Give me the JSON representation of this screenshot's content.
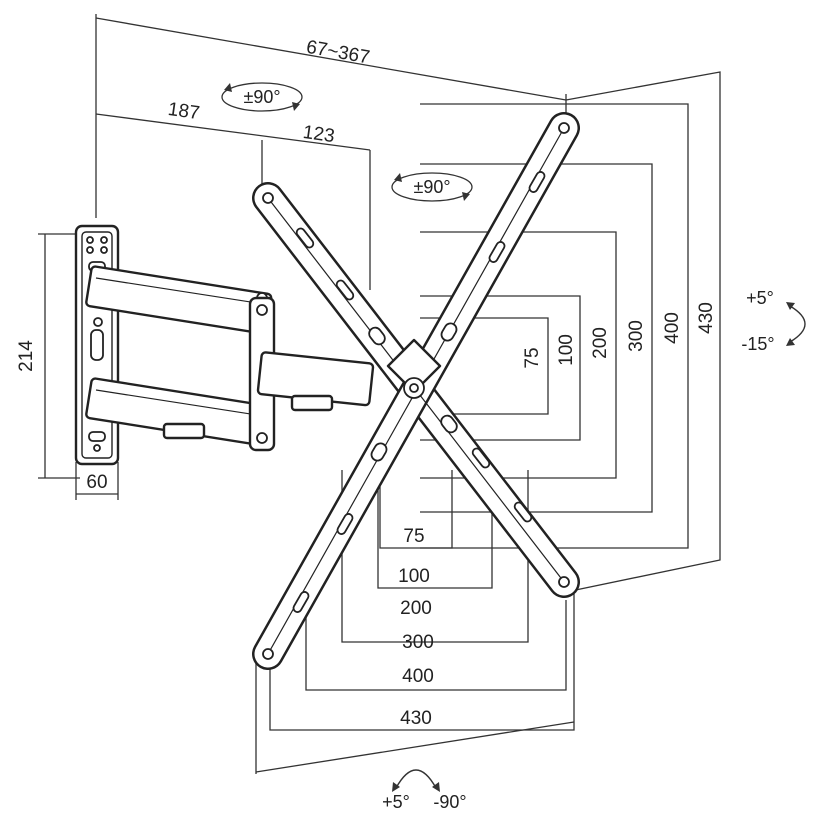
{
  "dimensions": {
    "arm_extension": "67~367",
    "wall_to_pivot": "187",
    "pivot_to_plate": "123",
    "wall_plate_height": "214",
    "wall_plate_width": "60"
  },
  "rotations": {
    "arm_swivel": "±90°",
    "plate_rotation": "±90°",
    "tilt_up": "+5°",
    "tilt_down": "-15°",
    "swivel_left": "+5°",
    "swivel_right": "-90°"
  },
  "vesa_vertical": [
    "75",
    "100",
    "200",
    "300",
    "400",
    "430"
  ],
  "vesa_horizontal": [
    "75",
    "100",
    "200",
    "300",
    "400",
    "430"
  ],
  "colors": {
    "line": "#222222",
    "background": "#ffffff"
  }
}
